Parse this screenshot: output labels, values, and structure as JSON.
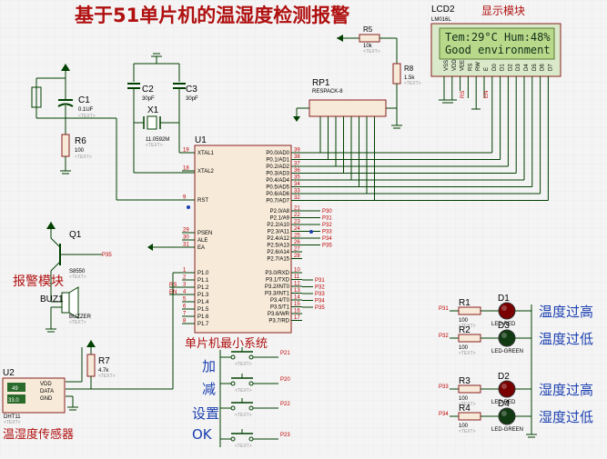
{
  "title": "基于51单片机的温湿度检测报警",
  "lcd": {
    "ref": "LCD2",
    "model": "LM016L",
    "label": "显示模块",
    "line1": "Tem:29°C Hum:48%",
    "line2": "Good environment",
    "pins": [
      "VSS",
      "VDD",
      "VEE",
      "RS",
      "RW",
      "E",
      "D0",
      "D1",
      "D2",
      "D3",
      "D4",
      "D5",
      "D6",
      "D7"
    ]
  },
  "mcu": {
    "ref": "U1",
    "label": "单片机最小系统",
    "left_pins": [
      "XTAL1",
      "XTAL2",
      "RST",
      "PSEN",
      "ALE",
      "EA",
      "P1.0",
      "P1.1",
      "P1.2",
      "P1.3",
      "P1.4",
      "P1.5",
      "P1.6",
      "P1.7"
    ],
    "right_pins": [
      "P0.0/AD0",
      "P0.1/AD1",
      "P0.2/AD2",
      "P0.3/AD3",
      "P0.4/AD4",
      "P0.5/AD5",
      "P0.6/AD6",
      "P0.7/AD7",
      "P2.0/A8",
      "P2.1/A9",
      "P2.2/A10",
      "P2.3/A11",
      "P2.4/A12",
      "P2.5/A13",
      "P2.6/A14",
      "P2.7/A15",
      "P3.0/RXD",
      "P3.1/TXD",
      "P3.2/INT0",
      "P3.3/INT1",
      "P3.4/T0",
      "P3.5/T1",
      "P3.6/WR",
      "P3.7/RD"
    ],
    "left_nums": [
      "19",
      "18",
      "9",
      "29",
      "30",
      "31",
      "1",
      "2",
      "3",
      "4",
      "5",
      "6",
      "7",
      "8"
    ],
    "right_nums": [
      "39",
      "38",
      "37",
      "36",
      "35",
      "34",
      "33",
      "32",
      "21",
      "22",
      "23",
      "24",
      "25",
      "26",
      "27",
      "28",
      "10",
      "11",
      "12",
      "13",
      "14",
      "15",
      "16",
      "17"
    ],
    "p2_nets": [
      "P30",
      "P31",
      "P32",
      "P33",
      "P34",
      "P35"
    ],
    "p3_nets": [
      "P31",
      "P32",
      "P33",
      "P34",
      "P35"
    ],
    "p1_nets": [
      "RS",
      "EN"
    ]
  },
  "components": {
    "c1": {
      "ref": "C1",
      "value": "0.1UF"
    },
    "c2": {
      "ref": "C2",
      "value": "30pF"
    },
    "c3": {
      "ref": "C3",
      "value": "30pF"
    },
    "x1": {
      "ref": "X1",
      "value": "11.0592M"
    },
    "r6": {
      "ref": "R6",
      "value": "100"
    },
    "r5": {
      "ref": "R5",
      "value": "10k"
    },
    "r8": {
      "ref": "R8",
      "value": "1.5k"
    },
    "rp1": {
      "ref": "RP1",
      "value": "RESPACK-8"
    },
    "q1": {
      "ref": "Q1",
      "value": "S8550",
      "net": "P35"
    },
    "buz": {
      "ref": "BUZ1",
      "value": "BUZZER"
    },
    "r7": {
      "ref": "R7",
      "value": "4.7k"
    },
    "u2": {
      "ref": "U2",
      "value": "DHT11",
      "pins": [
        "VDD",
        "DATA",
        "GND"
      ],
      "reading": "49",
      "reading2": "33.0"
    }
  },
  "text_placeholder": "<TEXT>",
  "labels": {
    "alarm": "报警模块",
    "sensor": "温湿度传感器",
    "btn_add": "加",
    "btn_sub": "减",
    "btn_set": "设置",
    "btn_ok": "OK"
  },
  "buttons": [
    "P21",
    "P20",
    "P22",
    "P23"
  ],
  "leds": [
    {
      "res": "R1",
      "led": "D1",
      "net": "P31",
      "color": "LED-RED",
      "value": "100",
      "label": "温度过高"
    },
    {
      "res": "R2",
      "led": "D3",
      "net": "P32",
      "color": "LED-GREEN",
      "value": "100",
      "label": "温度过低"
    },
    {
      "res": "R3",
      "led": "D2",
      "net": "P33",
      "color": "LED-RED",
      "value": "100",
      "label": "湿度过高"
    },
    {
      "res": "R4",
      "led": "D4",
      "net": "P34",
      "color": "LED-GREEN",
      "value": "100",
      "label": "湿度过低"
    }
  ],
  "colors": {
    "title": "#b01010",
    "blue_text": "#1a3fb0",
    "wire": "#004000",
    "lcd_bg": "#b8d88a",
    "led_red": "#c00000"
  }
}
